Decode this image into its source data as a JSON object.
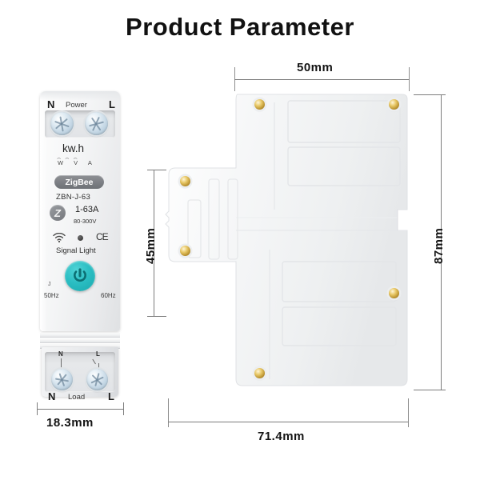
{
  "page": {
    "title": "Product Parameter",
    "background_color": "#ffffff"
  },
  "front_view": {
    "name": "smart-energy-meter-front-view",
    "top_terminal": {
      "left_label": "N",
      "center_label": "Power",
      "right_label": "L"
    },
    "meter_unit": "kw.h",
    "measure_labels": "W   V   A",
    "brand_badge": "ZigBee",
    "model": "ZBN-J-63",
    "zigbee_logo_glyph": "Z",
    "current_rating": "1-63A",
    "voltage_rating": "80-300V",
    "ce_mark": "CE",
    "signal_light_label": "Signal Light",
    "frequency_left": "50Hz",
    "frequency_right": "60Hz",
    "j_mark": "J",
    "power_button_color": "#2bbec3",
    "bottom_terminal": {
      "wire_left": "N",
      "wire_right": "L",
      "left_label": "N",
      "center_label": "Load",
      "right_label": "L"
    }
  },
  "side_view": {
    "name": "smart-energy-meter-side-view",
    "rivet_color": "#c9a23f",
    "body_color": "#f2f3f5"
  },
  "dimensions": {
    "front_width": "18.3mm",
    "side_top_width": "50mm",
    "side_middle_height": "45mm",
    "side_total_height": "87mm",
    "side_total_width": "71.4mm"
  }
}
